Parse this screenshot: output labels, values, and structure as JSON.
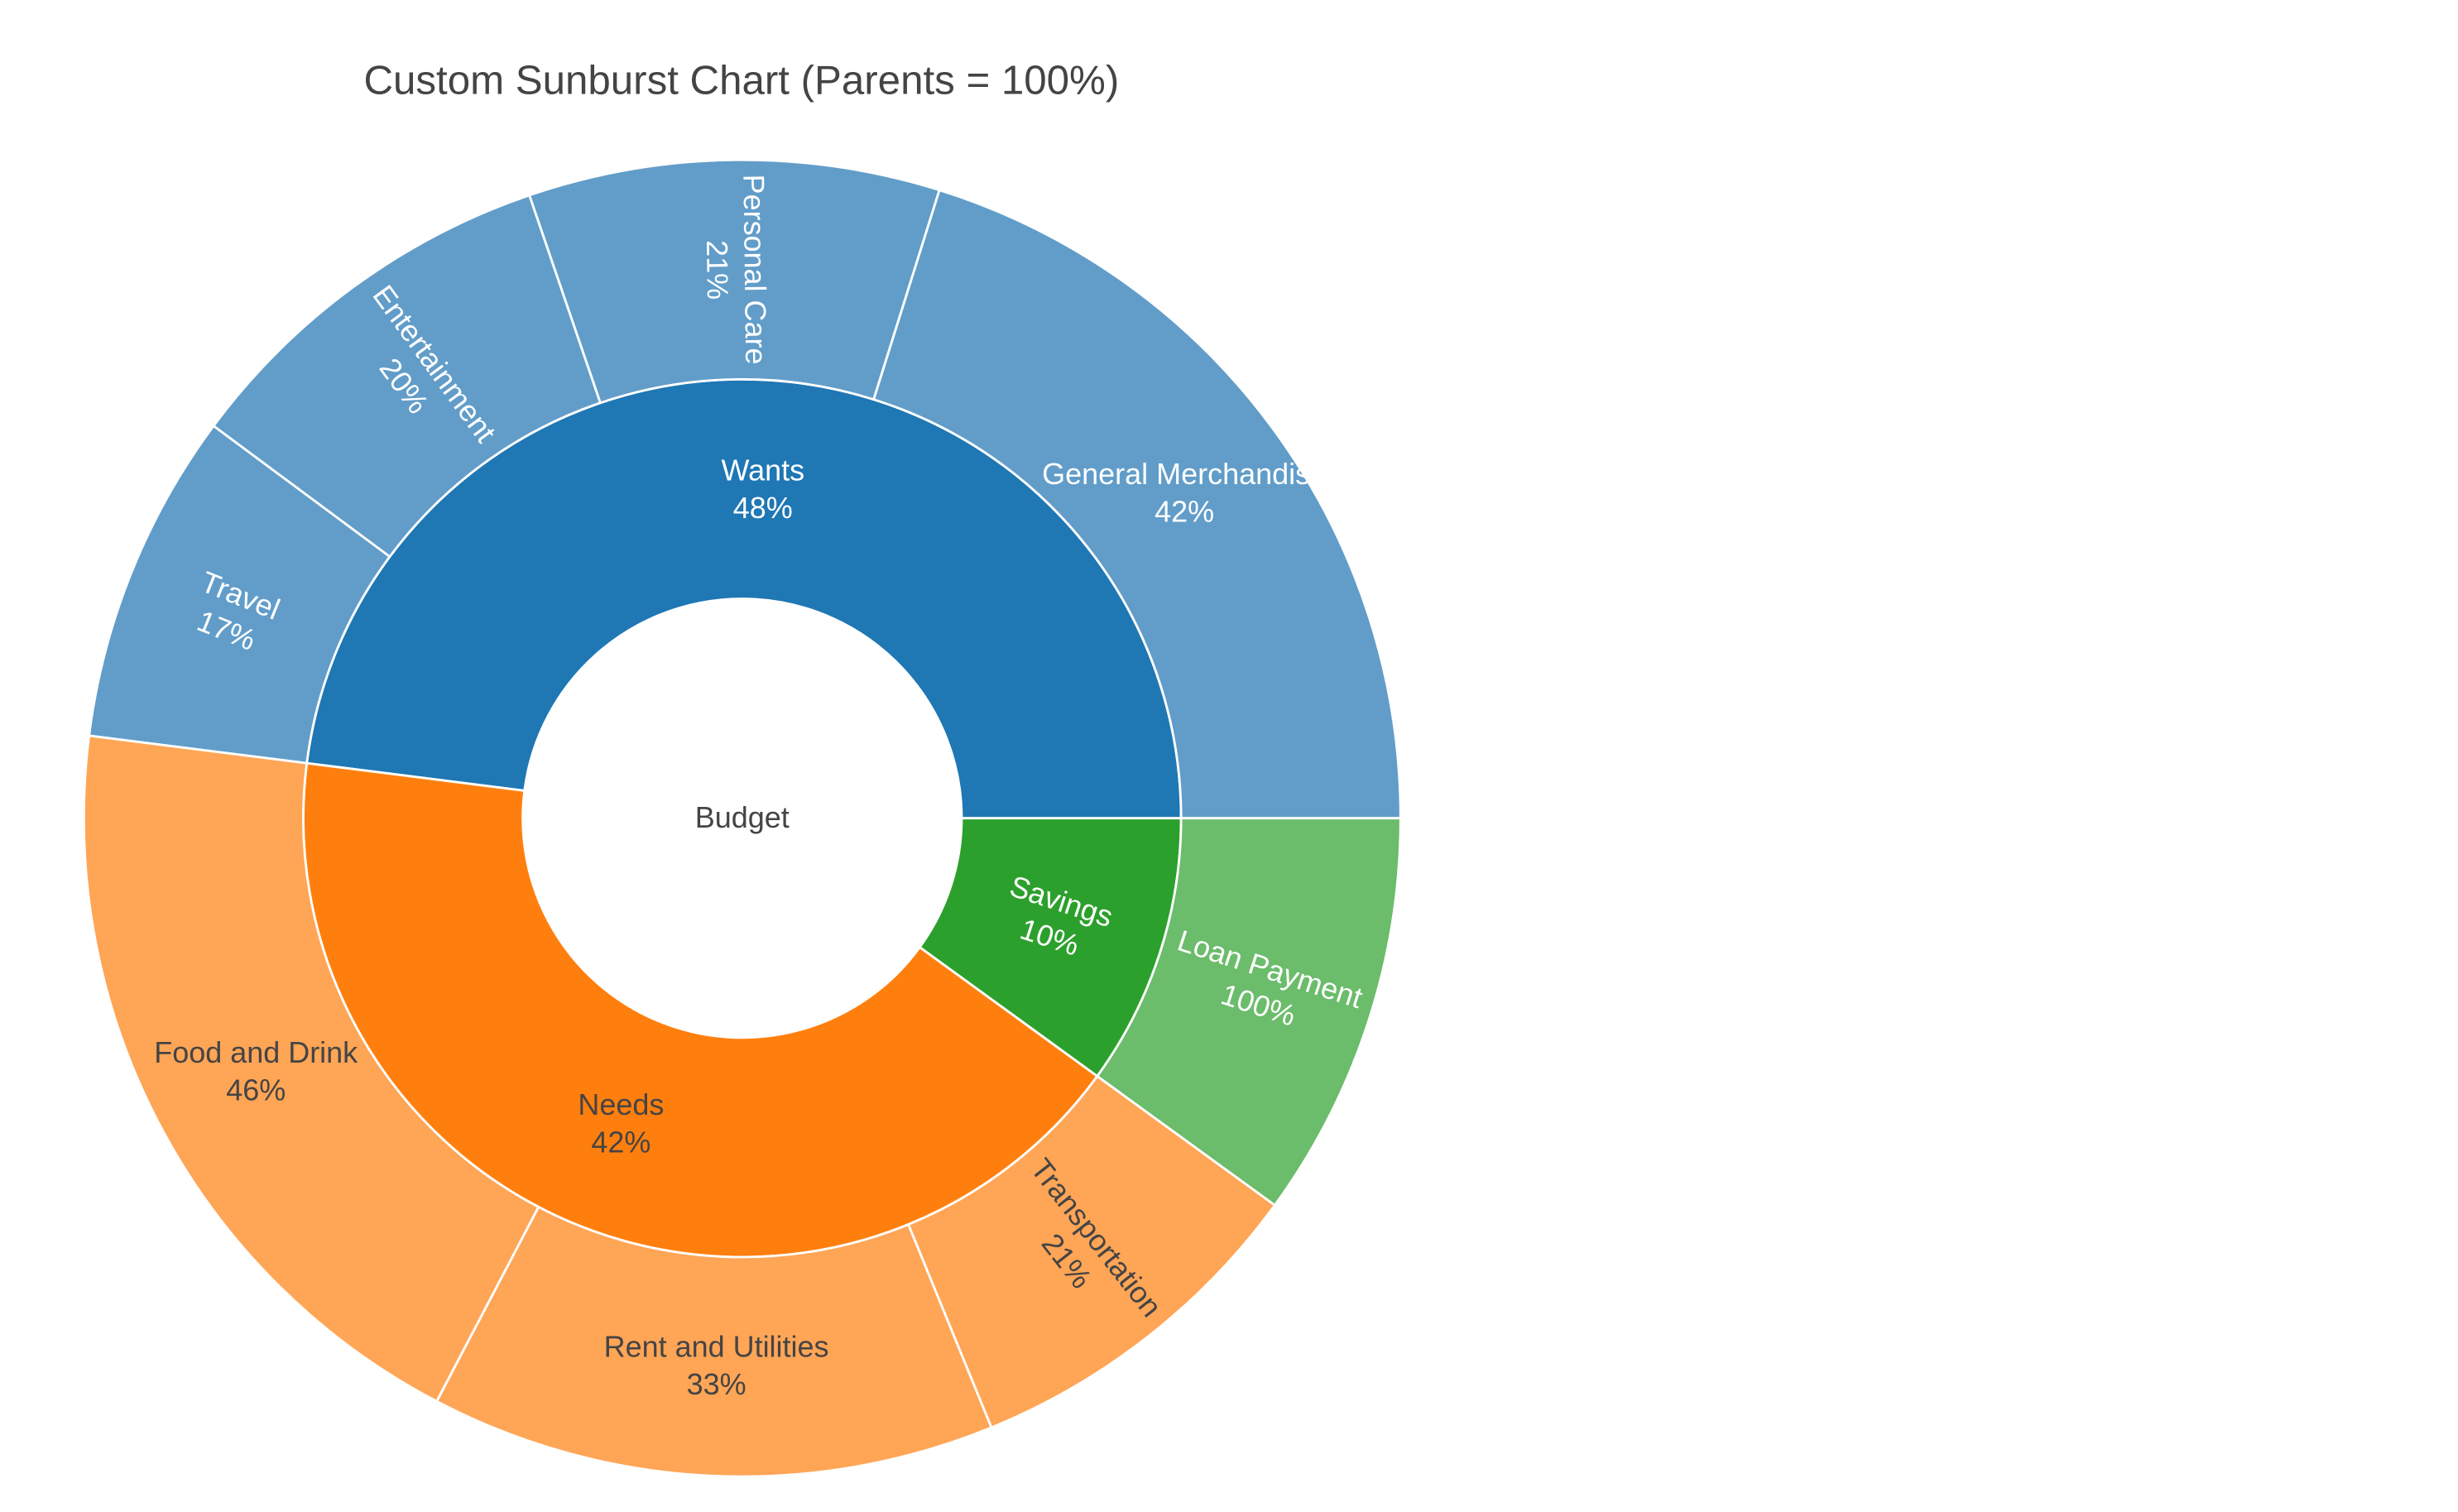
{
  "chart_data": {
    "type": "sunburst",
    "title": "Custom Sunburst Chart (Parents = 100%)",
    "root": {
      "label": "Budget",
      "children": [
        {
          "label": "Wants",
          "value": 48,
          "text": "48%",
          "color": "#1f77b4",
          "child_color": "#629dc9",
          "label_color": "#ffffff",
          "children": [
            {
              "label": "General Merchandise",
              "value": 42,
              "text": "42%"
            },
            {
              "label": "Personal Care",
              "value": 21,
              "text": "21%"
            },
            {
              "label": "Entertainment",
              "value": 20,
              "text": "20%"
            },
            {
              "label": "Travel",
              "value": 17,
              "text": "17%"
            }
          ]
        },
        {
          "label": "Needs",
          "value": 42,
          "text": "42%",
          "color": "#ff7f0e",
          "child_color": "#ffa556",
          "label_color": "#444444",
          "children": [
            {
              "label": "Food and Drink",
              "value": 46,
              "text": "46%"
            },
            {
              "label": "Rent and Utilities",
              "value": 33,
              "text": "33%"
            },
            {
              "label": "Transportation",
              "value": 21,
              "text": "21%"
            }
          ]
        },
        {
          "label": "Savings",
          "value": 10,
          "text": "10%",
          "color": "#2ca02c",
          "child_color": "#6bbc6b",
          "label_color": "#ffffff",
          "children": [
            {
              "label": "Loan Payment",
              "value": 100,
              "text": "100%"
            }
          ]
        }
      ]
    },
    "start_direction": "east",
    "direction": "counterclockwise"
  }
}
